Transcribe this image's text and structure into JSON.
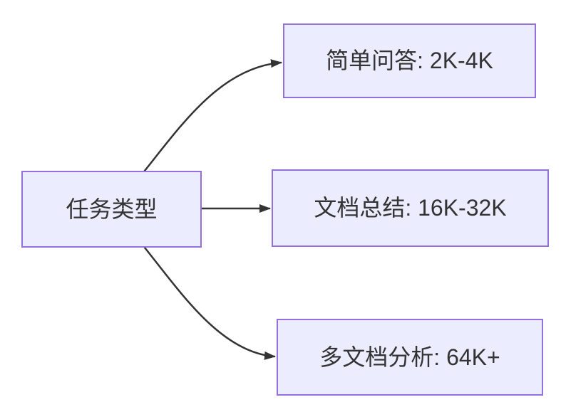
{
  "diagram": {
    "type": "flowchart-left-to-right",
    "root": {
      "label": "任务类型"
    },
    "branches": [
      {
        "label": "简单问答: 2K-4K"
      },
      {
        "label": "文档总结: 16K-32K"
      },
      {
        "label": "多文档分析: 64K+"
      }
    ],
    "edges": [
      {
        "from": "任务类型",
        "to": "简单问答: 2K-4K"
      },
      {
        "from": "任务类型",
        "to": "文档总结: 16K-32K"
      },
      {
        "from": "任务类型",
        "to": "多文档分析: 64K+"
      }
    ],
    "colors": {
      "node_fill": "#ECECFF",
      "node_border": "#9370DB",
      "edge": "#333333",
      "text": "#333333",
      "canvas_bg": "#FFFFFF"
    }
  }
}
